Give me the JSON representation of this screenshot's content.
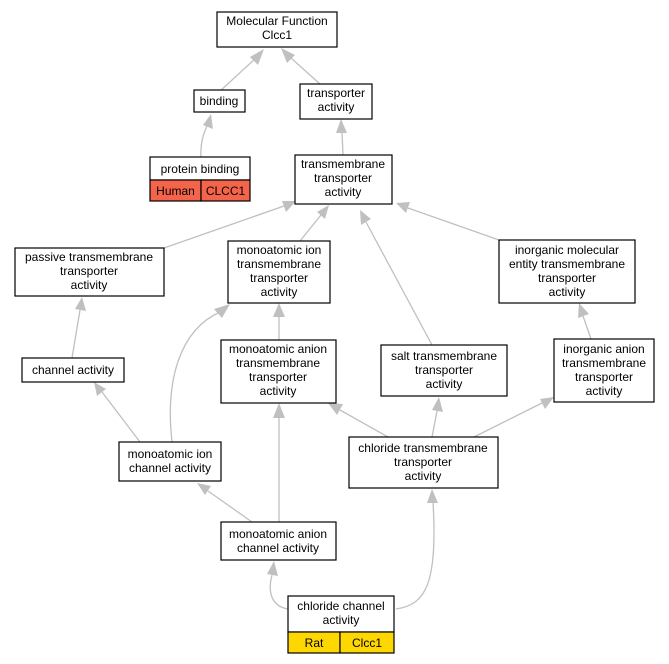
{
  "nodes": {
    "mf": [
      "Molecular Function",
      "Clcc1"
    ],
    "binding": [
      "binding"
    ],
    "transporter": [
      "transporter",
      "activity"
    ],
    "protein_binding": [
      "protein binding"
    ],
    "transmembrane": [
      "transmembrane",
      "transporter",
      "activity"
    ],
    "passive": [
      "passive transmembrane",
      "transporter",
      "activity"
    ],
    "monoatomic_ion_tm": [
      "monoatomic ion",
      "transmembrane",
      "transporter",
      "activity"
    ],
    "inorganic_molecular": [
      "inorganic molecular",
      "entity transmembrane",
      "transporter",
      "activity"
    ],
    "channel": [
      "channel activity"
    ],
    "monoatomic_anion_tm": [
      "monoatomic anion",
      "transmembrane",
      "transporter",
      "activity"
    ],
    "salt": [
      "salt transmembrane",
      "transporter",
      "activity"
    ],
    "inorganic_anion": [
      "inorganic anion",
      "transmembrane",
      "transporter",
      "activity"
    ],
    "chloride_tm": [
      "chloride transmembrane",
      "transporter",
      "activity"
    ],
    "monoatomic_ion_channel": [
      "monoatomic ion",
      "channel activity"
    ],
    "monoatomic_anion_channel": [
      "monoatomic anion",
      "channel activity"
    ],
    "chloride_channel": [
      "chloride channel",
      "activity"
    ]
  },
  "annotations": {
    "protein_binding": {
      "species": "Human",
      "gene": "CLCC1",
      "color": "#f4644a"
    },
    "chloride_channel": {
      "species": "Rat",
      "gene": "Clcc1",
      "color": "#ffd700"
    }
  },
  "colors": {
    "edge": "#c0c0c0",
    "border": "#000000"
  }
}
